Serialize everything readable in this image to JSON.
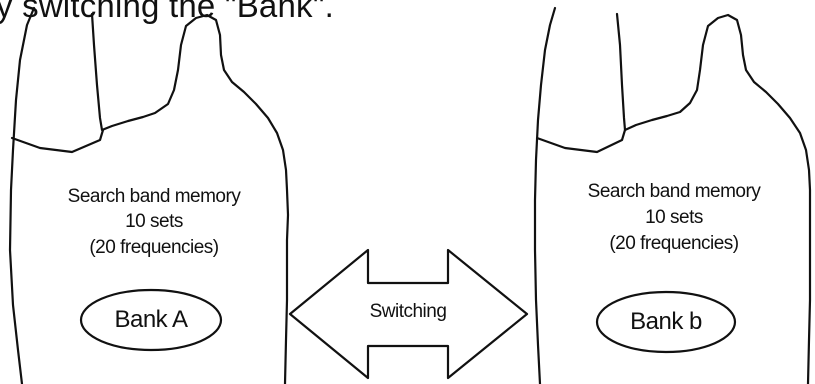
{
  "caption": "y switching the \"Bank\".",
  "left_panel": {
    "line1": "Search band memory",
    "line2": "10 sets",
    "line3": "(20 frequencies)",
    "bank_label": "Bank A"
  },
  "right_panel": {
    "line1": "Search band memory",
    "line2": "10 sets",
    "line3": "(20 frequencies)",
    "bank_label": "Bank b"
  },
  "arrow_label": "Switching"
}
